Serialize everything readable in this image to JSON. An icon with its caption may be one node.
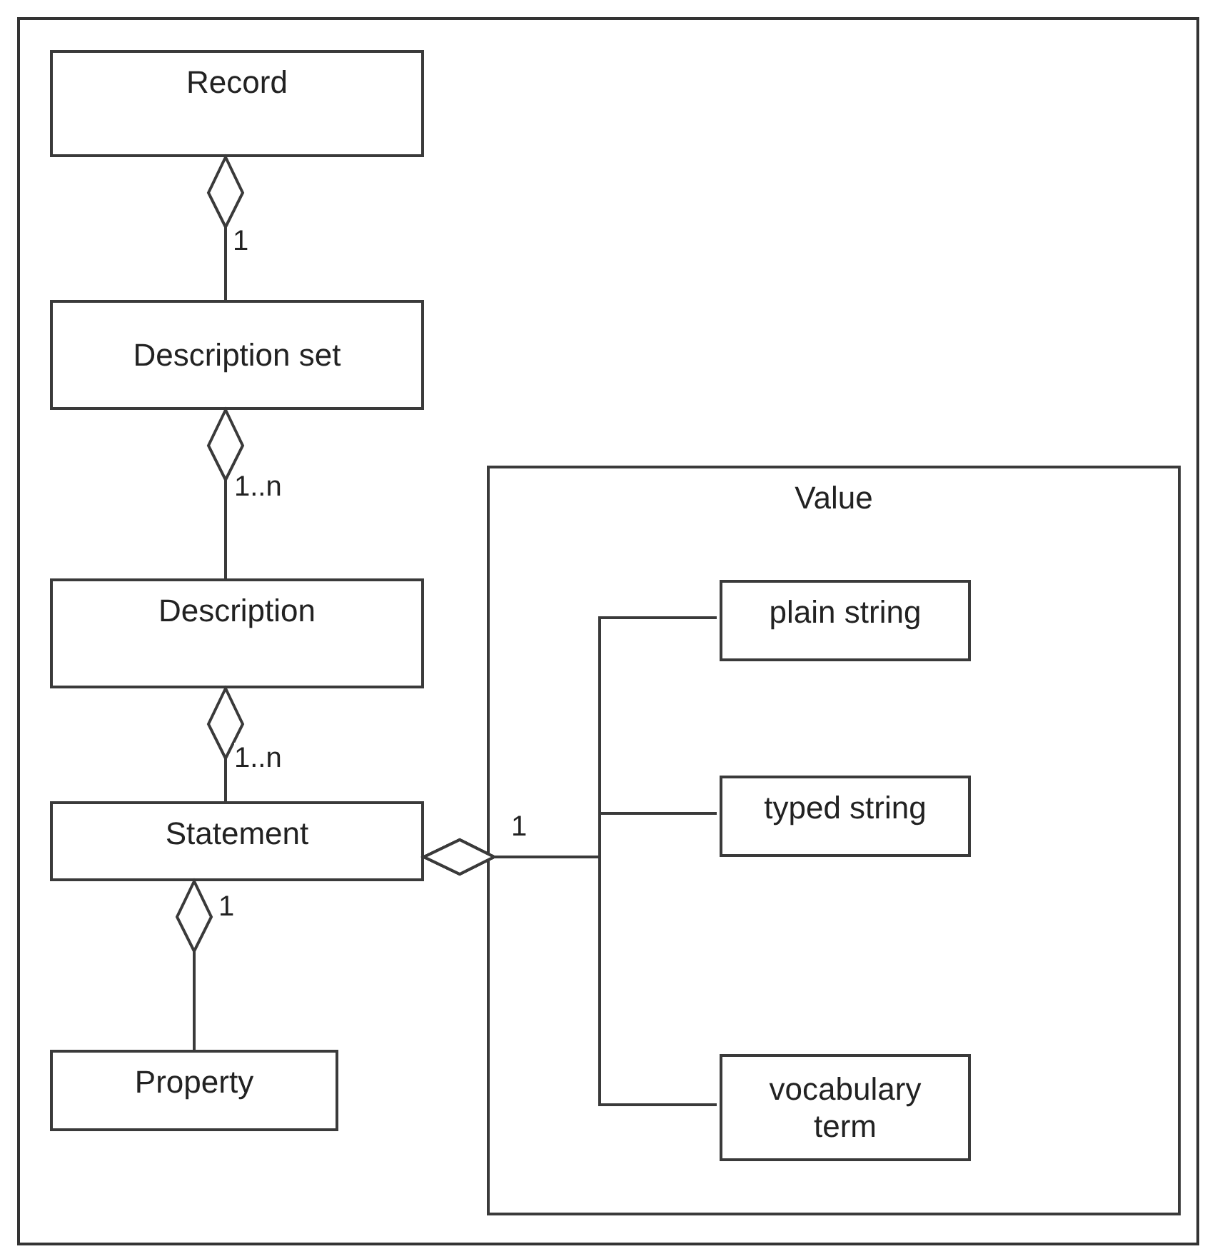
{
  "diagram": {
    "nodes": [
      {
        "text": [
          "Record"
        ]
      },
      {
        "text": [
          "Description set"
        ]
      },
      {
        "text": [
          "Description"
        ]
      },
      {
        "text": [
          "Statement"
        ]
      },
      {
        "text": [
          "Property"
        ]
      },
      {
        "text": [
          "Value"
        ]
      },
      {
        "text": [
          "plain string"
        ],
        "in": 5
      },
      {
        "text": [
          "typed string"
        ],
        "in": 5
      },
      {
        "text": [
          "vocabulary term"
        ],
        "in": 5
      }
    ],
    "edges": [
      {
        "from": 1,
        "to": 0,
        "arrow": "other",
        "label": "1"
      },
      {
        "from": 2,
        "to": 1,
        "arrow": "other",
        "label": "1..n"
      },
      {
        "from": 3,
        "to": 2,
        "arrow": "other",
        "label": "1..n"
      },
      {
        "from": 4,
        "to": 3,
        "arrow": "other",
        "label": "1"
      },
      {
        "from": 6,
        "to": 3,
        "arrow": "other"
      },
      {
        "from": 7,
        "to": 3,
        "arrow": "other",
        "label": "1"
      },
      {
        "from": 8,
        "to": 3,
        "arrow": "other"
      }
    ]
  }
}
